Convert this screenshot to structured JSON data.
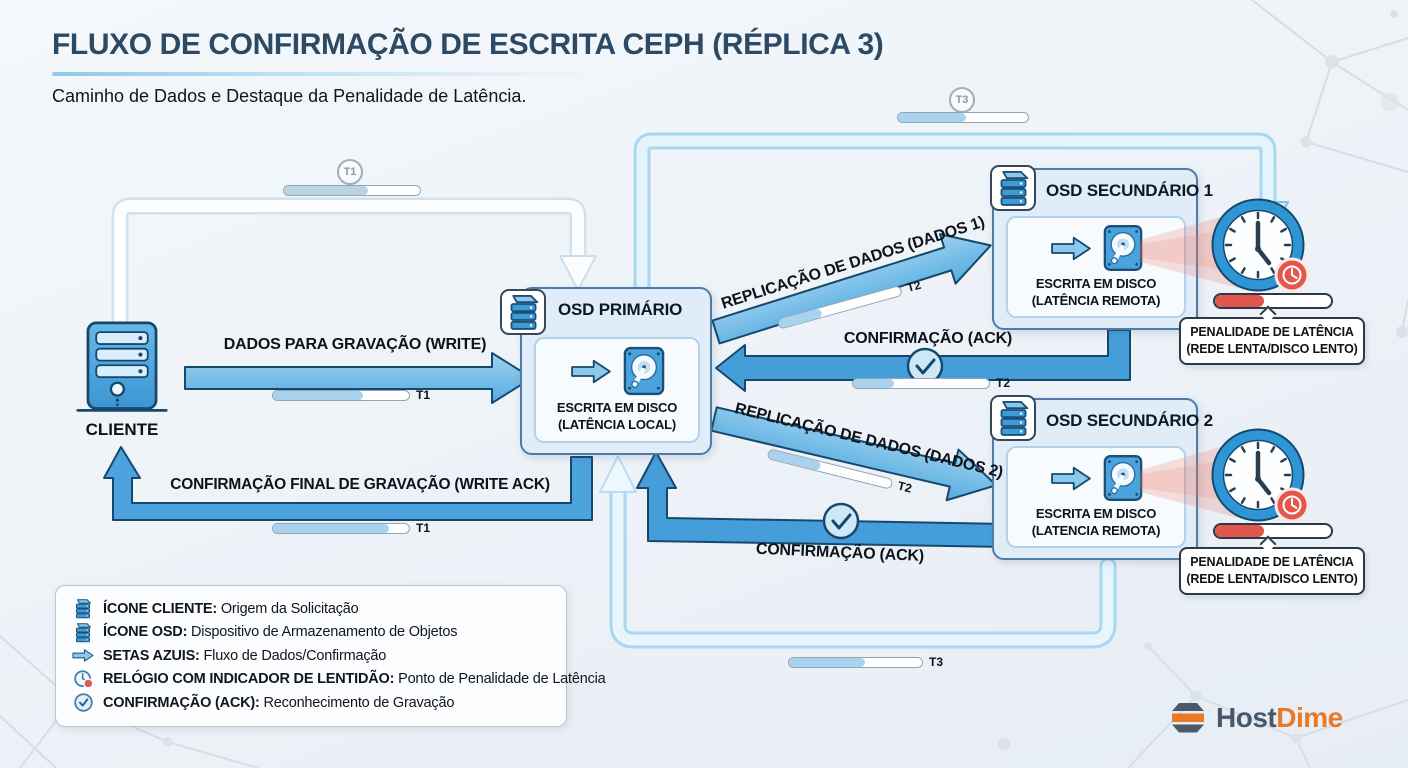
{
  "header": {
    "title": "FLUXO DE CONFIRMAÇÃO DE ESCRITA CEPH (RÉPLICA 3)",
    "subtitle": "Caminho de Dados e Destaque da Penalidade de Latência."
  },
  "client": {
    "label": "CLIENTE"
  },
  "nodes": {
    "primary": {
      "title": "OSD PRIMÁRIO",
      "caption1": "ESCRITA EM DISCO",
      "caption2": "(LATÊNCIA LOCAL)"
    },
    "secondary1": {
      "title": "OSD SECUNDÁRIO 1",
      "caption1": "ESCRITA EM DISCO",
      "caption2": "(LATÊNCIA REMOTA)"
    },
    "secondary2": {
      "title": "OSD SECUNDÁRIO 2",
      "caption1": "ESCRITA EM DISCO",
      "caption2": "(LATENCIA REMOTA)"
    }
  },
  "flows": {
    "write": {
      "label": "DADOS PARA GRAVAÇÃO (WRITE)"
    },
    "write_ack": {
      "label": "CONFIRMAÇÃO FINAL DE GRAVAÇÃO (WRITE ACK)"
    },
    "replication1": {
      "label": "REPLICAÇÃO DE DADOS (DADOS 1)"
    },
    "replication2": {
      "label": "REPLICAÇÃO DE DADOS (DADOS 2)"
    },
    "ack1": {
      "label": "CONFIRMAÇÃO (ACK)"
    },
    "ack2": {
      "label": "CONFIRMAÇÃO (ACK)"
    }
  },
  "timers": {
    "t1_path": {
      "label": "T1",
      "progress": 62
    },
    "t1_write": {
      "label": "T1",
      "progress": 66
    },
    "t1_ack": {
      "label": "T1",
      "progress": 85
    },
    "t2_rep1": {
      "label": "T2",
      "progress": 35
    },
    "t2_ack1": {
      "label": "T2",
      "progress": 30
    },
    "t2_rep2": {
      "label": "T2",
      "progress": 42
    },
    "t3_path": {
      "label": "T3",
      "progress": 52
    },
    "t3_return": {
      "label": "T3",
      "progress": 57
    }
  },
  "penalty": {
    "line1": "PENALIDADE DE LATÊNCIA",
    "line2": "(REDE LENTA/DISCO LENTO)",
    "bar_progress": 42
  },
  "legend": {
    "items": [
      {
        "icon": "client-stack-icon",
        "term": "ÍCONE CLIENTE:",
        "desc": " Origem da Solicitação"
      },
      {
        "icon": "osd-stack-icon",
        "term": "ÍCONE OSD:",
        "desc": " Dispositivo de Armazenamento de Objetos"
      },
      {
        "icon": "blue-arrow-icon",
        "term": "SETAS AZUIS:",
        "desc": " Fluxo de Dados/Confirmação"
      },
      {
        "icon": "slow-clock-icon",
        "term": "RELÓGIO COM INDICADOR DE LENTIDÃO:",
        "desc": " Ponto de Penalidade de Latência"
      },
      {
        "icon": "ack-check-icon",
        "term": "CONFIRMAÇÃO (ACK):",
        "desc": " Reconhecimento de Gravação"
      }
    ]
  },
  "logo": {
    "host": "Host",
    "dime": "Dime"
  },
  "colors": {
    "accent_blue": "#459ed9",
    "penalty_red": "#e0564e",
    "title": "#2c4a63",
    "background": "#eef3f8"
  }
}
